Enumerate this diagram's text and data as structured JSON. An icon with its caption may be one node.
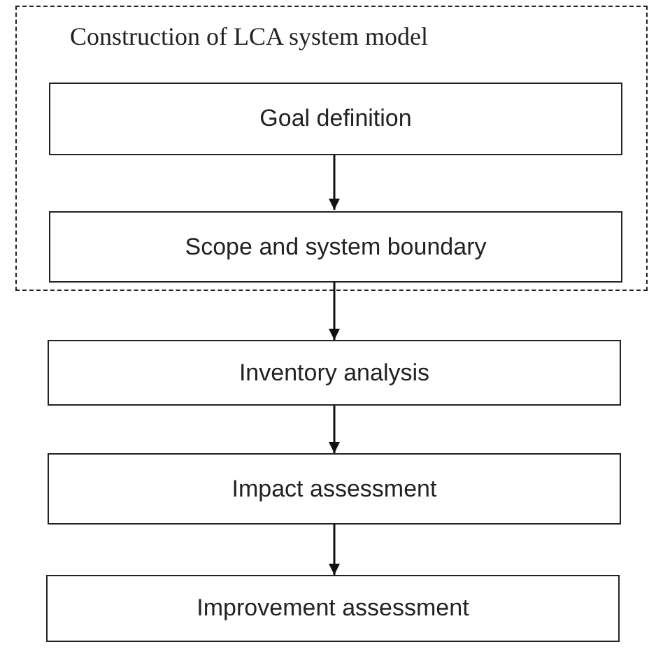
{
  "diagram": {
    "nodes": [
      {
        "text": [
          "Construction of LCA system model"
        ]
      },
      {
        "text": [
          "Goal definition"
        ],
        "in": 0
      },
      {
        "text": [
          "Scope and system boundary"
        ],
        "in": 0
      },
      {
        "text": [
          "Inventory analysis"
        ]
      },
      {
        "text": [
          "Impact assessment"
        ]
      },
      {
        "text": [
          "Improvement assessment"
        ]
      }
    ],
    "edges": [
      {
        "from": 1,
        "to": 2,
        "arrow": "to"
      },
      {
        "from": 2,
        "to": 3,
        "arrow": "to"
      },
      {
        "from": 3,
        "to": 4,
        "arrow": "to"
      },
      {
        "from": 4,
        "to": 5,
        "arrow": "to"
      }
    ]
  }
}
